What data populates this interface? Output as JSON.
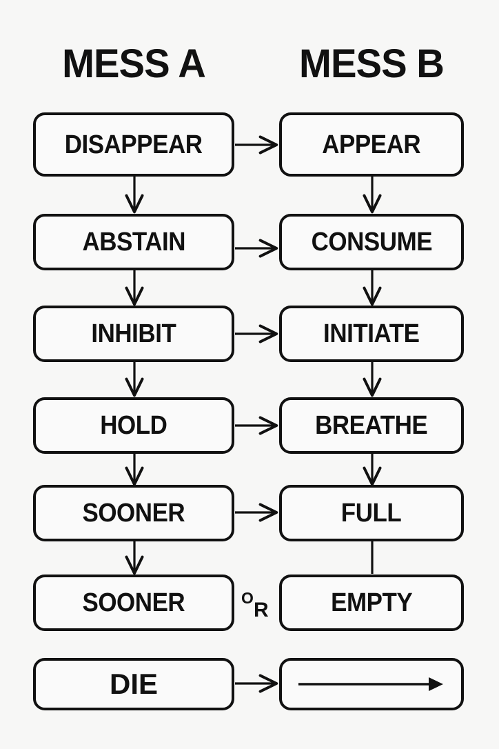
{
  "page": {
    "background_color": "#f7f7f6",
    "ink_color": "#111111",
    "box_fill_color": "#fafafa"
  },
  "columns": [
    {
      "id": "mess-a",
      "heading": "MESS A"
    },
    {
      "id": "mess-b",
      "heading": "MESS B"
    }
  ],
  "rows": [
    {
      "index": 1,
      "left": "DISAPPEAR",
      "right": "APPEAR",
      "cross_connector": "arrow-right",
      "left_down_connector": "arrow-down",
      "right_down_connector": "arrow-down"
    },
    {
      "index": 2,
      "left": "ABSTAIN",
      "right": "CONSUME",
      "cross_connector": "arrow-right",
      "left_down_connector": "arrow-down",
      "right_down_connector": "arrow-down"
    },
    {
      "index": 3,
      "left": "INHIBIT",
      "right": "INITIATE",
      "cross_connector": "arrow-right",
      "left_down_connector": "arrow-down",
      "right_down_connector": "arrow-down"
    },
    {
      "index": 4,
      "left": "HOLD",
      "right": "BREATHE",
      "cross_connector": "arrow-right",
      "left_down_connector": "arrow-down",
      "right_down_connector": "arrow-down"
    },
    {
      "index": 5,
      "left": "SOONER",
      "right": "FULL",
      "cross_connector": "arrow-right",
      "left_down_connector": "arrow-down",
      "right_down_connector": "plain-line"
    },
    {
      "index": 6,
      "left": "SOONER",
      "right": "EMPTY",
      "cross_connector": "or-label",
      "cross_label": {
        "first": "O",
        "second": "R"
      },
      "left_down_connector": "none",
      "right_down_connector": "none"
    },
    {
      "index": 7,
      "left": "DIE",
      "right": "",
      "right_glyph": "long-right-arrow",
      "cross_connector": "arrow-right",
      "left_down_connector": "none",
      "right_down_connector": "none"
    }
  ]
}
